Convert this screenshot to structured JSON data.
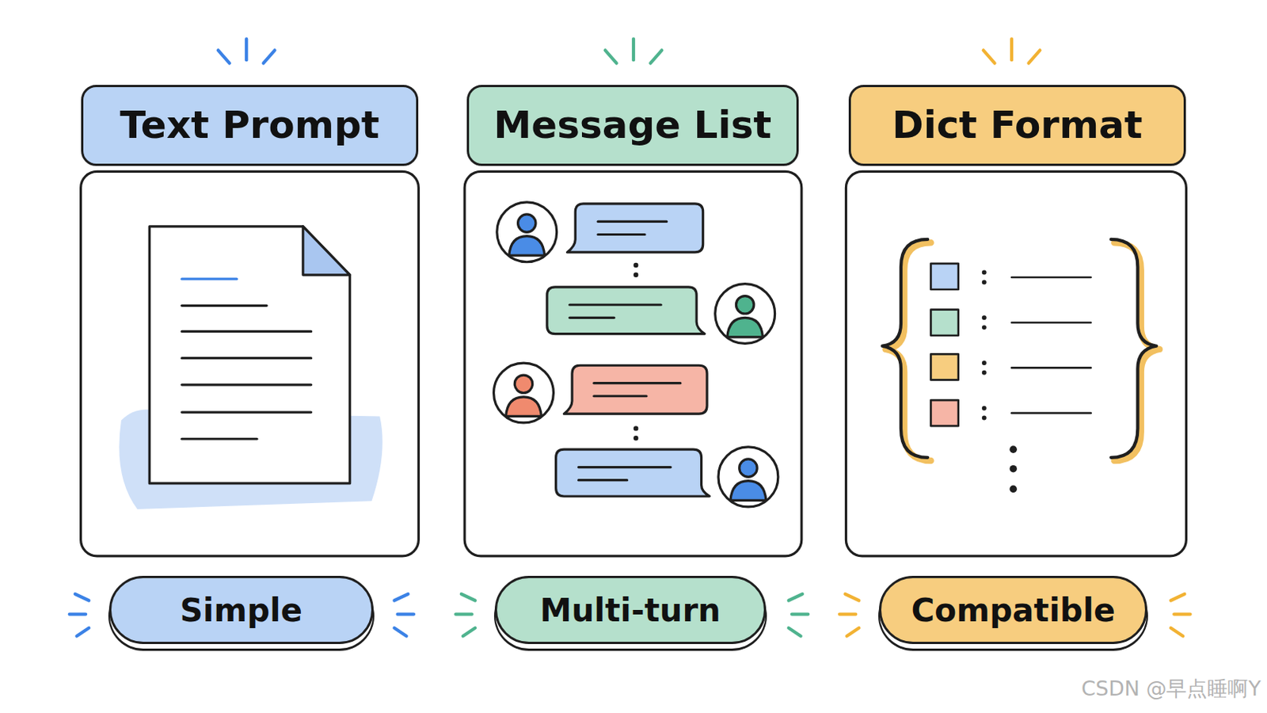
{
  "diagram": {
    "nodes": [
      {
        "text": [
          "Text Prompt"
        ]
      },
      {
        "text": [
          "Message List"
        ]
      },
      {
        "text": [
          "Dict Format"
        ]
      },
      {
        "text": [
          "Simple"
        ]
      },
      {
        "text": [
          "Multi-turn"
        ]
      },
      {
        "text": [
          "Compatible"
        ]
      }
    ],
    "labels": [
      "CSDN @早点睡啊Y"
    ]
  }
}
